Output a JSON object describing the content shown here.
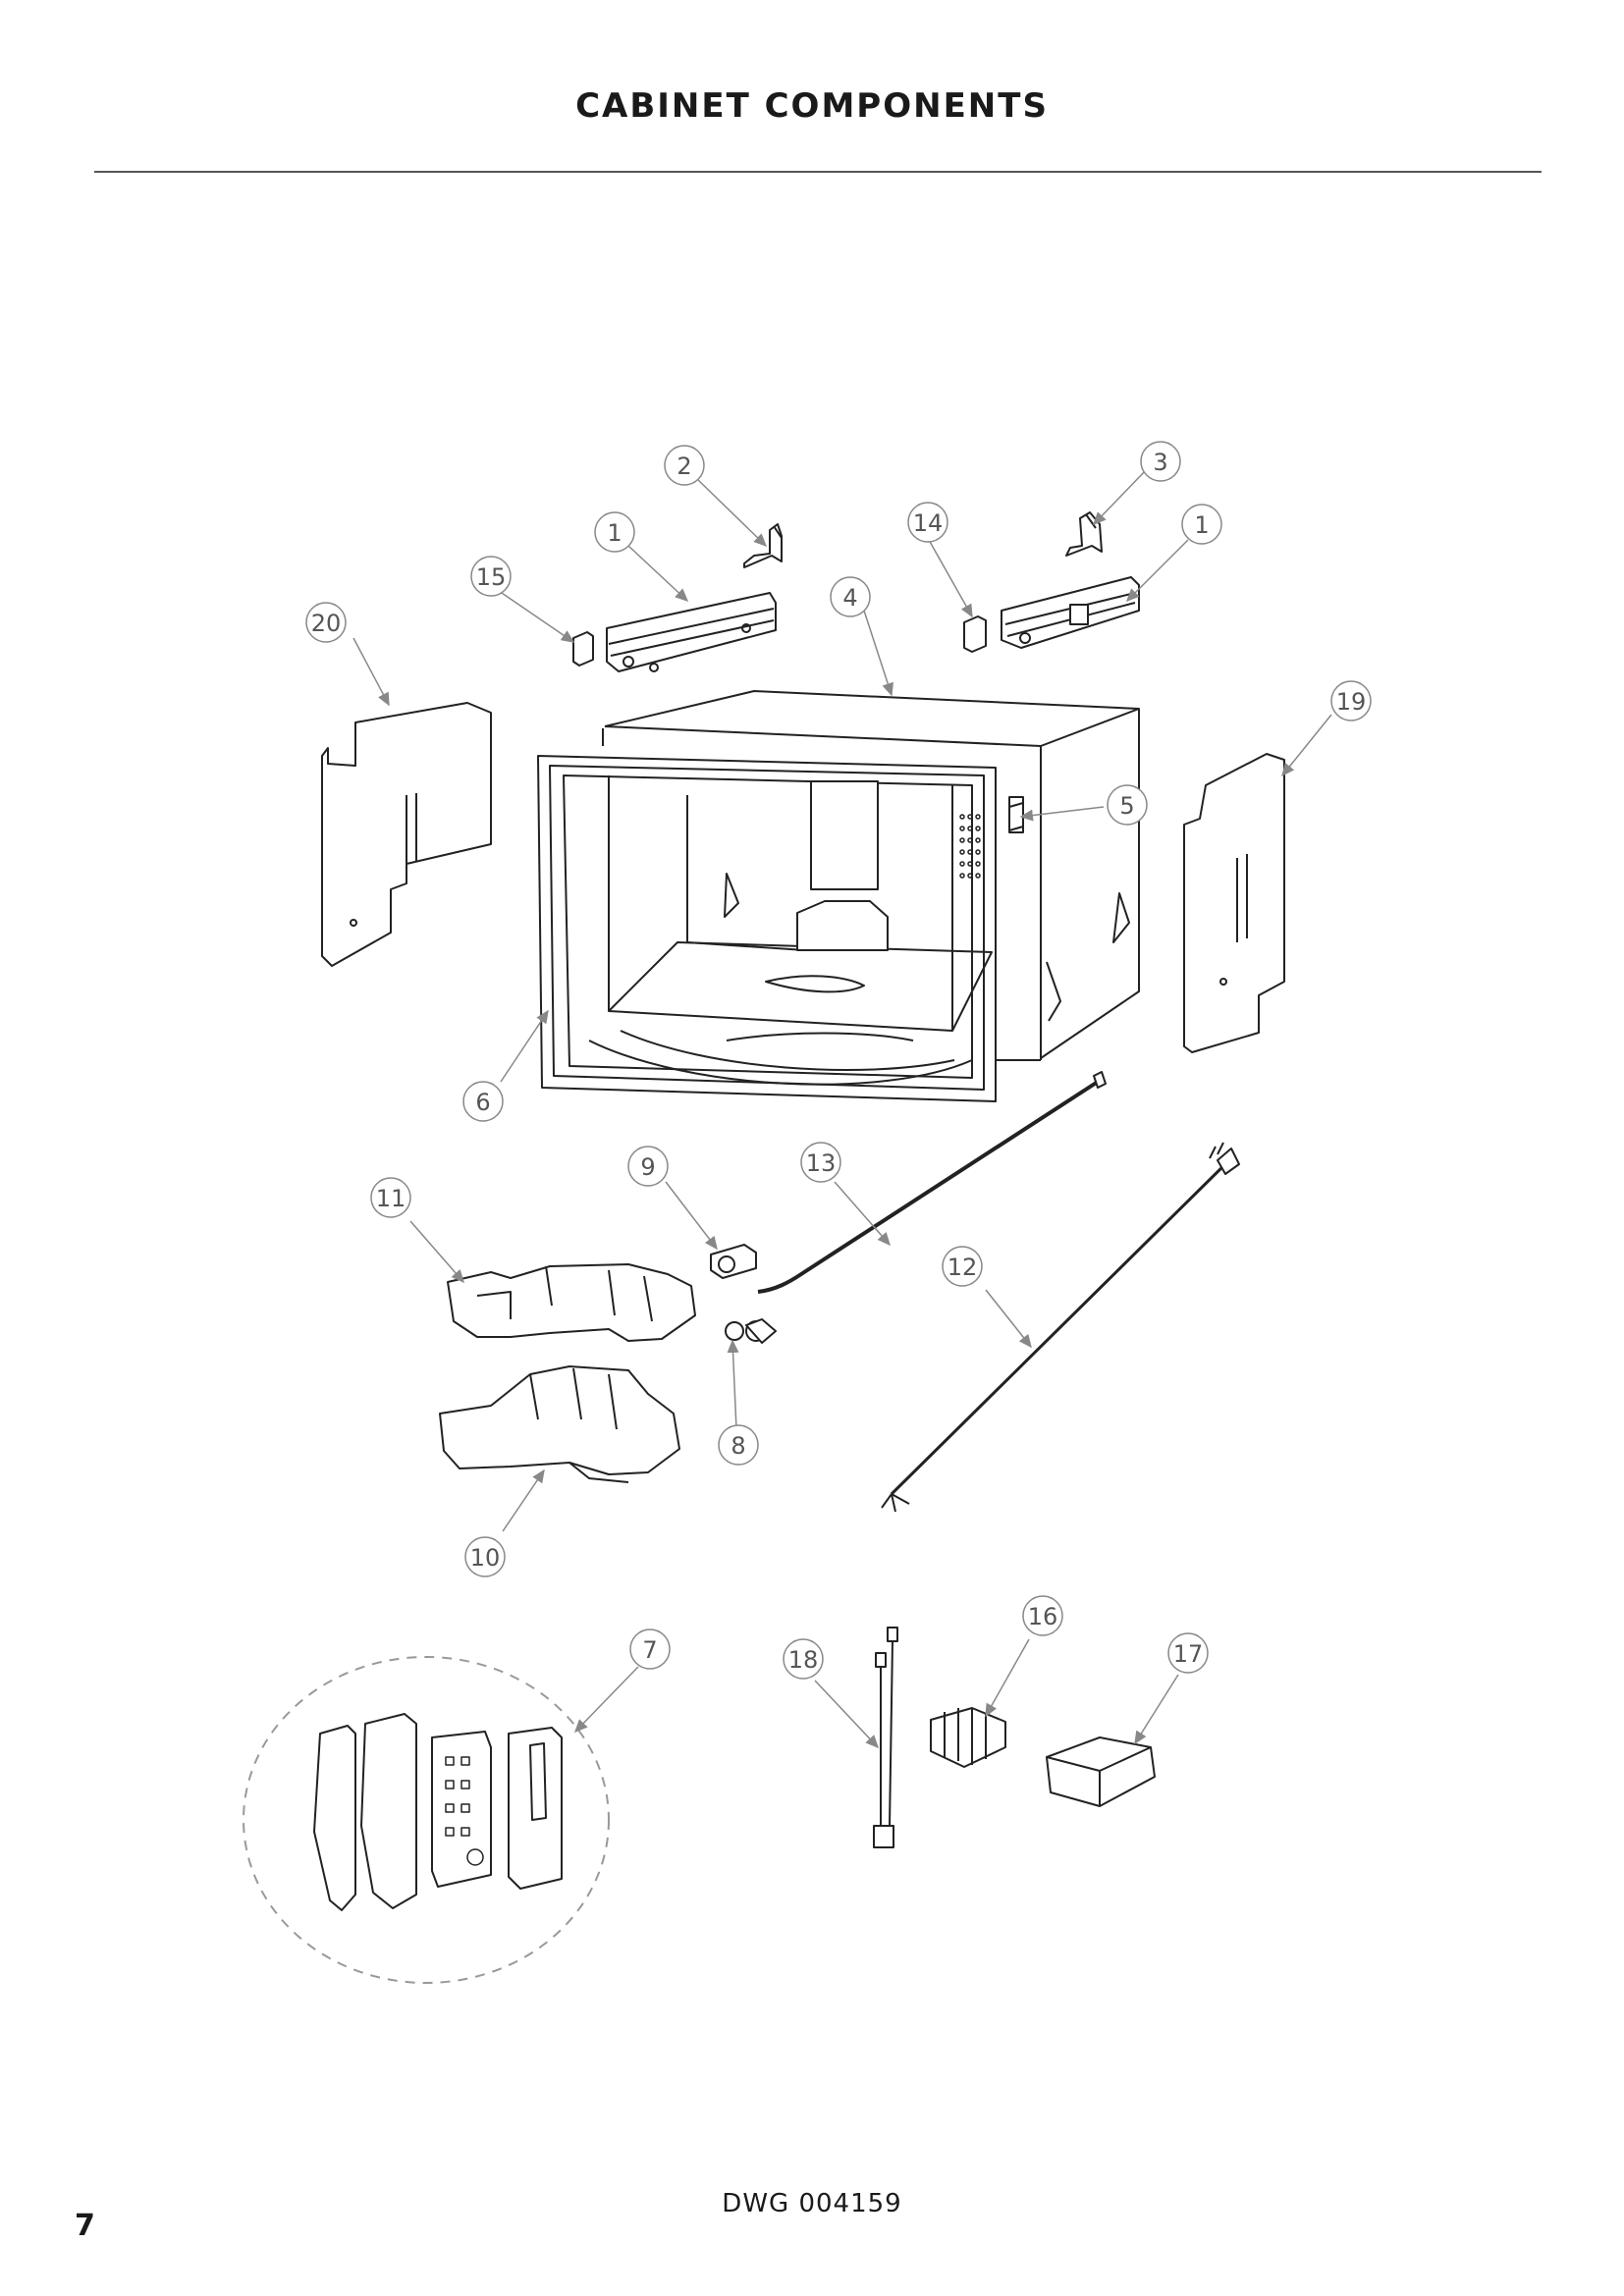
{
  "header": {
    "title": "CABINET COMPONENTS"
  },
  "footer": {
    "drawing_number": "DWG 004159",
    "page_number": "7"
  },
  "diagram": {
    "callout_labels": [
      "1",
      "1",
      "2",
      "3",
      "4",
      "5",
      "6",
      "7",
      "8",
      "9",
      "10",
      "11",
      "12",
      "13",
      "14",
      "15",
      "16",
      "17",
      "18",
      "19",
      "20"
    ],
    "style": {
      "line_color": "#222222",
      "callout_color": "#888888",
      "part_fill": "#ffffff"
    }
  }
}
